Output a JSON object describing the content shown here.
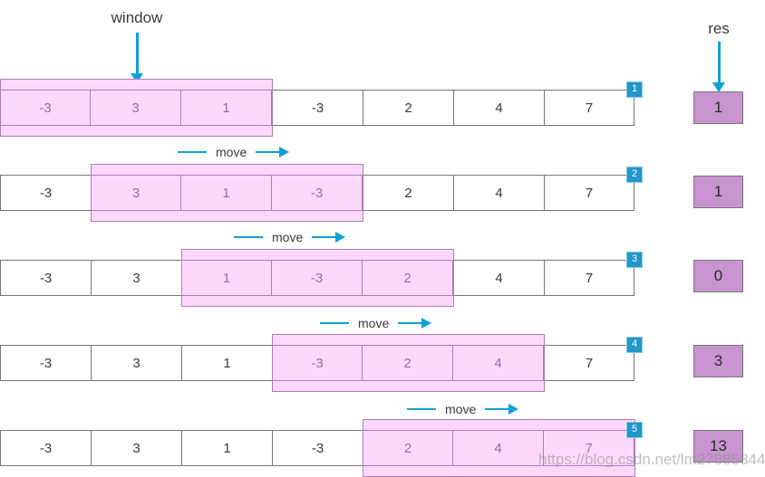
{
  "labels": {
    "window": "window",
    "res": "res",
    "move": "move"
  },
  "array": {
    "values": [
      "-3",
      "3",
      "1",
      "-3",
      "2",
      "4",
      "7"
    ]
  },
  "steps": [
    {
      "badge": "1",
      "window_start": 0,
      "window_end": 2,
      "res": "1",
      "window_values": [
        "-3",
        "3",
        "1"
      ]
    },
    {
      "badge": "2",
      "window_start": 1,
      "window_end": 3,
      "res": "1",
      "window_values": [
        "3",
        "1",
        "-3"
      ]
    },
    {
      "badge": "3",
      "window_start": 2,
      "window_end": 4,
      "res": "0",
      "window_values": [
        "1",
        "-3",
        "2"
      ]
    },
    {
      "badge": "4",
      "window_start": 3,
      "window_end": 5,
      "res": "3",
      "window_values": [
        "-3",
        "2",
        "4"
      ]
    },
    {
      "badge": "5",
      "window_start": 4,
      "window_end": 6,
      "res": "13",
      "window_values": [
        "2",
        "4",
        "7"
      ]
    }
  ],
  "colors": {
    "window_fill": "#fcd9fc",
    "window_border": "#b07ab8",
    "window_text": "#9a6aa8",
    "cell_border": "#767676",
    "accent_blue": "#10a0d8",
    "badge_blue": "#2196c9",
    "res_fill": "#c894cf"
  },
  "watermark": "https://blog.csdn.net/lm278858445"
}
